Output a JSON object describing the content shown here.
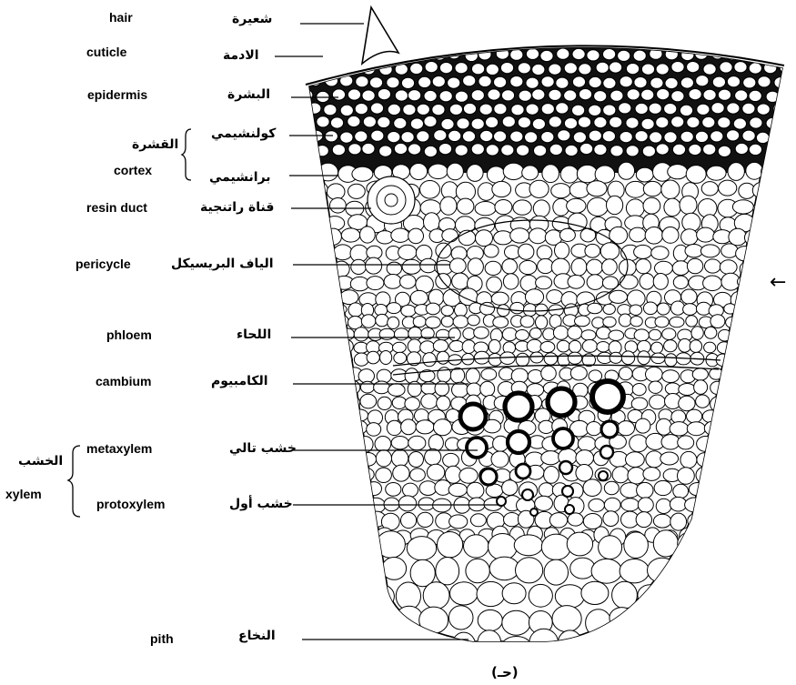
{
  "labels": [
    {
      "en": "hair",
      "ar": "شعيرة"
    },
    {
      "en": "cuticle",
      "ar": "الادمة"
    },
    {
      "en": "epidermis",
      "ar": "البشرة"
    },
    {
      "en": "cortex",
      "ar_group": "القشرة",
      "ar_top": "كولنشيمي",
      "ar_bottom": "برانشيمي"
    },
    {
      "en": "resin duct",
      "ar": "قناة راتنجية"
    },
    {
      "en": "pericycle",
      "ar": "الياف البريسيكل"
    },
    {
      "en": "phloem",
      "ar": "اللحاء"
    },
    {
      "en": "cambium",
      "ar": "الكامبيوم"
    },
    {
      "en": "xylem",
      "ar_group": "الخشب"
    },
    {
      "en": "metaxylem",
      "ar": "خشب تالي"
    },
    {
      "en": "protoxylem",
      "ar": "خشب أول"
    },
    {
      "en": "pith",
      "ar": "النخاع"
    }
  ],
  "figure_letter": "(حـ)",
  "side_arrow": "←"
}
